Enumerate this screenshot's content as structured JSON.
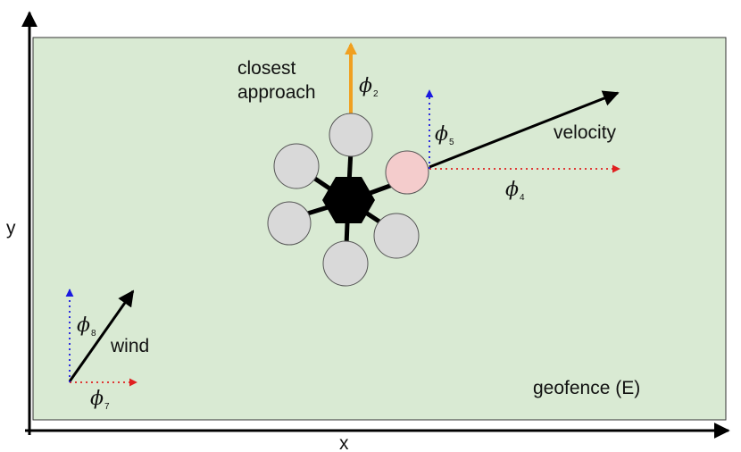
{
  "axes": {
    "x_label": "x",
    "y_label": "y"
  },
  "labels": {
    "closest_approach_line1": "closest",
    "closest_approach_line2": "approach",
    "velocity": "velocity",
    "wind": "wind",
    "geofence": "geofence (E)"
  },
  "angles": {
    "symbol": "ϕ",
    "phi2": "2",
    "phi4": "4",
    "phi5": "5",
    "phi7": "7",
    "phi8": "8"
  },
  "colors": {
    "background_region": "#d9ead3",
    "region_border": "#333333",
    "rotor": "#d9d9d9",
    "highlight_rotor": "#f4cccc",
    "closest_approach_arrow": "#f0a020",
    "x_component": "#e02020",
    "y_component": "#1a1ae0",
    "body": "#000000"
  }
}
